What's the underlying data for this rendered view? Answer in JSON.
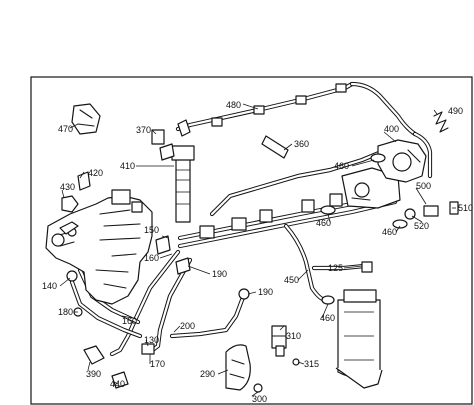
{
  "diagram": {
    "callouts": [
      {
        "id": "c480",
        "text": "480"
      },
      {
        "id": "c490",
        "text": "490"
      },
      {
        "id": "c470",
        "text": "470"
      },
      {
        "id": "c370",
        "text": "370"
      },
      {
        "id": "c360",
        "text": "360"
      },
      {
        "id": "c400",
        "text": "400"
      },
      {
        "id": "c460a",
        "text": "460"
      },
      {
        "id": "c410",
        "text": "410"
      },
      {
        "id": "c420",
        "text": "420"
      },
      {
        "id": "c430",
        "text": "430"
      },
      {
        "id": "c500",
        "text": "500"
      },
      {
        "id": "c510",
        "text": "510"
      },
      {
        "id": "c520",
        "text": "520"
      },
      {
        "id": "c460b",
        "text": "460"
      },
      {
        "id": "c460c",
        "text": "460"
      },
      {
        "id": "c150",
        "text": "150"
      },
      {
        "id": "c160a",
        "text": "160"
      },
      {
        "id": "c190a",
        "text": "190"
      },
      {
        "id": "c125",
        "text": "125"
      },
      {
        "id": "c450",
        "text": "450"
      },
      {
        "id": "c140",
        "text": "140"
      },
      {
        "id": "c190b",
        "text": "190"
      },
      {
        "id": "c180",
        "text": "180"
      },
      {
        "id": "c160b",
        "text": "160"
      },
      {
        "id": "c460d",
        "text": "460"
      },
      {
        "id": "c200",
        "text": "200"
      },
      {
        "id": "c130",
        "text": "130"
      },
      {
        "id": "c310",
        "text": "310"
      },
      {
        "id": "c315",
        "text": "315"
      },
      {
        "id": "c390",
        "text": "390"
      },
      {
        "id": "c170",
        "text": "170"
      },
      {
        "id": "c440",
        "text": "440"
      },
      {
        "id": "c290",
        "text": "290"
      },
      {
        "id": "c300",
        "text": "300"
      }
    ]
  }
}
